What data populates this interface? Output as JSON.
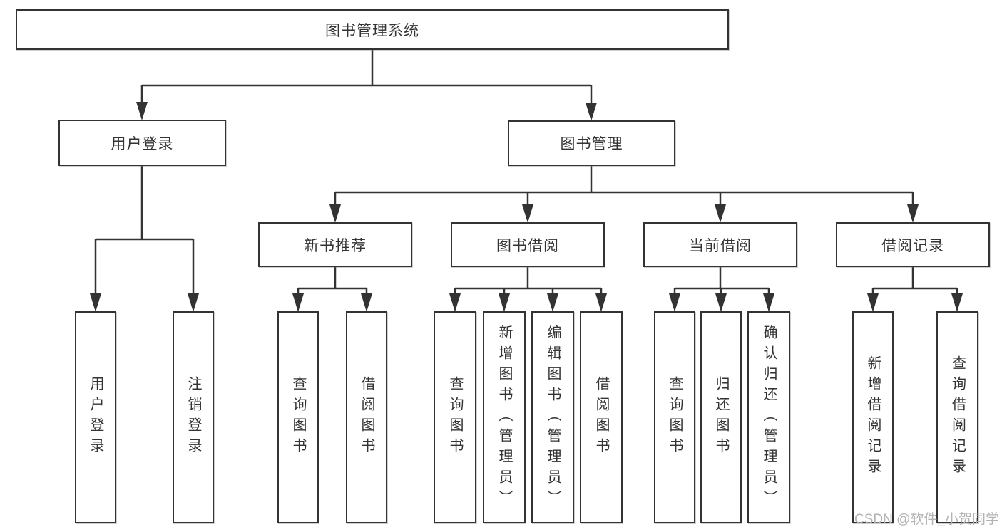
{
  "diagram_title": "图书管理系统",
  "tree": {
    "label": "图书管理系统",
    "children": [
      {
        "label": "用户登录",
        "children": [
          {
            "label": "用户登录"
          },
          {
            "label": "注销登录"
          }
        ]
      },
      {
        "label": "图书管理",
        "children": [
          {
            "label": "新书推荐",
            "children": [
              {
                "label": "查询图书"
              },
              {
                "label": "借阅图书"
              }
            ]
          },
          {
            "label": "图书借阅",
            "children": [
              {
                "label": "查询图书"
              },
              {
                "label": "新增图书（管理员）"
              },
              {
                "label": "编辑图书（管理员）"
              },
              {
                "label": "借阅图书"
              }
            ]
          },
          {
            "label": "当前借阅",
            "children": [
              {
                "label": "查询图书"
              },
              {
                "label": "归还图书"
              },
              {
                "label": "确认归还（管理员）"
              }
            ]
          },
          {
            "label": "借阅记录",
            "children": [
              {
                "label": "新增借阅记录"
              },
              {
                "label": "查询借阅记录"
              }
            ]
          }
        ]
      }
    ]
  },
  "watermark": {
    "text": "CSDN @软件_小贺同学"
  },
  "colors": {
    "line": "#333333",
    "text": "#333333",
    "box_fill": "#ffffff",
    "watermark": "#b3b3b3",
    "background": "#ffffff"
  }
}
